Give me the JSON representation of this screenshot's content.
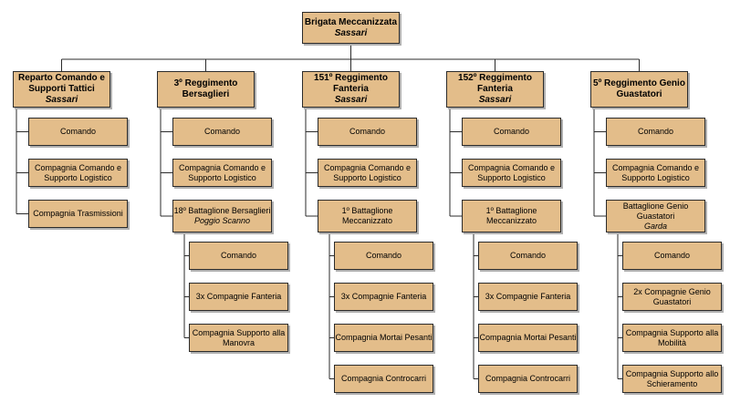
{
  "root": {
    "title": "Brigata Meccanizzata",
    "location": "Sassari"
  },
  "units": [
    {
      "title": "Reparto Comando e Supporti Tattici",
      "location": "Sassari",
      "items": [
        "Comando",
        "Compagnia Comando e Supporto Logistico",
        "Compagnia Trasmissioni"
      ]
    },
    {
      "title": "3º Reggimento Bersaglieri",
      "location": "",
      "items": [
        "Comando",
        "Compagnia Comando e Supporto Logistico"
      ],
      "battalion": {
        "title": "18º Battaglione Bersaglieri",
        "location": "Poggio Scanno",
        "items": [
          "Comando",
          "3x Compagnie Fanteria",
          "Compagnia Supporto alla Manovra"
        ]
      }
    },
    {
      "title": "151º Reggimento Fanteria",
      "location": "Sassari",
      "items": [
        "Comando",
        "Compagnia Comando e Supporto Logistico"
      ],
      "battalion": {
        "title": "1º Battaglione Meccanizzato",
        "location": "",
        "items": [
          "Comando",
          "3x Compagnie Fanteria",
          "Compagnia Mortai Pesanti",
          "Compagnia Controcarri"
        ]
      }
    },
    {
      "title": "152º Reggimento Fanteria",
      "location": "Sassari",
      "items": [
        "Comando",
        "Compagnia Comando e Supporto Logistico"
      ],
      "battalion": {
        "title": "1º Battaglione Meccanizzato",
        "location": "",
        "items": [
          "Comando",
          "3x Compagnie Fanteria",
          "Compagnia Mortai Pesanti",
          "Compagnia Controcarri"
        ]
      }
    },
    {
      "title": "5º Reggimento Genio Guastatori",
      "location": "",
      "items": [
        "Comando",
        "Compagnia Comando e Supporto Logistico"
      ],
      "battalion": {
        "title": "Battaglione Genio Guastatori",
        "location": "Garda",
        "items": [
          "Comando",
          "2x Compagnie Genio Guastatori",
          "Compagnia Supporto alla Mobilità",
          "Compagnia Supporto allo Schieramento"
        ]
      }
    }
  ]
}
